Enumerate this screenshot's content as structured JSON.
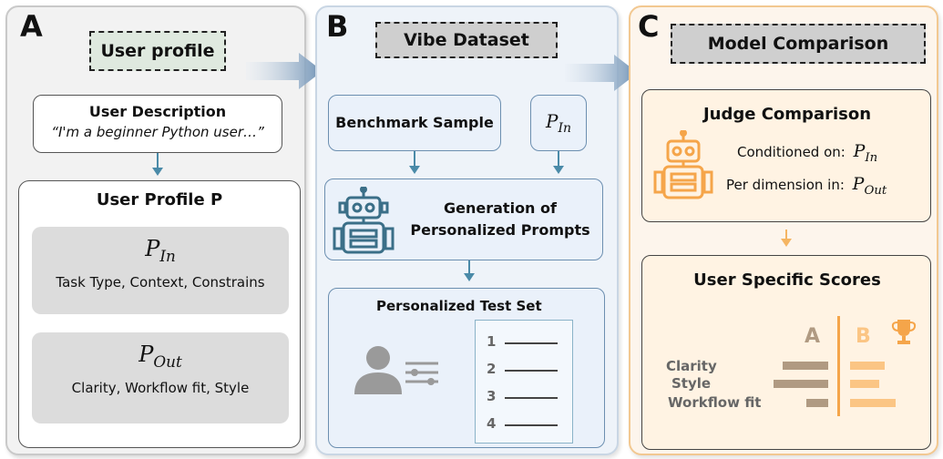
{
  "panels": {
    "A": {
      "letter": "A",
      "title": "User profile",
      "user_desc_title": "User Description",
      "user_desc_quote": "“I'm a beginner Python user…”",
      "profile_title": "User Profile P",
      "p_in_symbol": "P",
      "p_in_sub": "In",
      "p_in_desc": "Task Type, Context, Constrains",
      "p_out_symbol": "P",
      "p_out_sub": "Out",
      "p_out_desc": "Clarity, Workflow fit, Style"
    },
    "B": {
      "letter": "B",
      "title": "Vibe Dataset",
      "benchmark_label": "Benchmark Sample",
      "p_in_symbol": "P",
      "p_in_sub": "In",
      "generation_line1": "Generation of",
      "generation_line2": "Personalized Prompts",
      "test_set_title": "Personalized Test Set",
      "list_numbers": [
        "1",
        "2",
        "3",
        "4"
      ]
    },
    "C": {
      "letter": "C",
      "title": "Model Comparison",
      "judge_title": "Judge Comparison",
      "conditioned_label": "Conditioned on:",
      "conditioned_symbol": "P",
      "conditioned_sub": "In",
      "per_dim_label": "Per dimension in:",
      "per_dim_symbol": "P",
      "per_dim_sub": "Out",
      "scores_title": "User Specific Scores",
      "model_a": "A",
      "model_b": "B",
      "dimensions": [
        "Clarity",
        "Style",
        "Workflow fit"
      ],
      "colors": {
        "a_bar": "#b09a82",
        "b_bar": "#fbc584",
        "accent": "#f5a54a"
      }
    }
  }
}
